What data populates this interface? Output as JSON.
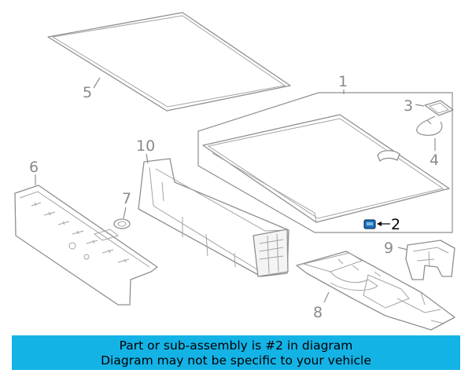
{
  "diagram": {
    "callouts": [
      "1",
      "2",
      "3",
      "4",
      "5",
      "6",
      "7",
      "8",
      "9",
      "10"
    ],
    "highlighted_callout": "2",
    "colors": {
      "line": "#8f8f8f",
      "highlight_part": "#1f6fb8",
      "label": "#8a8a8a"
    }
  },
  "banner": {
    "line1": "Part or sub-assembly is #2 in diagram",
    "line2": "Diagram may not be specific to your vehicle",
    "background": "#14b3e6"
  }
}
